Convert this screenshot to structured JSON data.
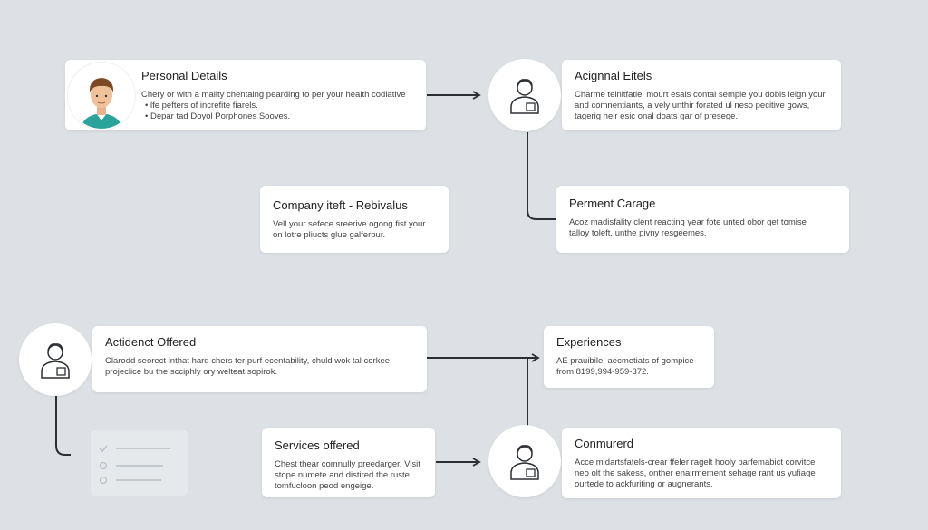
{
  "personal_details": {
    "title": "Personal Details",
    "line1": "Chery or with a mailty chentaing pearding to per your health codiative",
    "bullet1": "lfe pefters of increfite fiarels.",
    "bullet2": "Depar tad Doyol Porphones Sooves."
  },
  "acignnal_eitels": {
    "title": "Acignnal Eitels",
    "line1": "Charme telnitfatiel mourt esals contal semple you dobls lelgn your",
    "line2": "and comnentiants, a vely unthir forated ul neso pecitive gows,",
    "line3": "tagerig heir esic onal doats gar of presege."
  },
  "company": {
    "title": "Company iteft - Rebivalus",
    "line1": "Vell your sefece sreerive ogong fist your",
    "line2": "on lotre pliucts glue galferpur."
  },
  "perment": {
    "title": "Perment Carage",
    "line1": "Acoz madisfality clent reacting year fote unted obor get tomise",
    "line2": "talloy toleft, unthe pivny resgeemes."
  },
  "accident": {
    "title": "Actidenct Offered",
    "line1": "Clarodd seorect inthat hard chers ter purf ecentability, chuld wok tal corkee",
    "line2": "projeclice bu the scciphly ory welteat sopirok."
  },
  "experiences": {
    "title": "Experiences",
    "line1": "AE prauibile, aecmetiats of gompice",
    "line2": "from 8199,994-959-372."
  },
  "services": {
    "title": "Services offered",
    "line1": "Chest thear comnully preedarger. Visit",
    "line2": "stope numete and distired the ruste",
    "line3": "tomfucloon peod engeige."
  },
  "conmurerd": {
    "title": "Conmurerd",
    "line1": "Acce midartsfatels-crear ffeler ragelt hooly parfemabict corvitce",
    "line2": "neo olt the sakess, onther enairmement sehage rant us yufiage",
    "line3": "ourtede to ackfuriting or augnerants."
  },
  "colors": {
    "background": "#dde1e5",
    "card": "#ffffff",
    "connector": "#2b2f33",
    "avatar_shirt": "#2aa39a"
  },
  "icons": [
    "avatar-person",
    "person-outline-icon",
    "checklist-icon"
  ]
}
